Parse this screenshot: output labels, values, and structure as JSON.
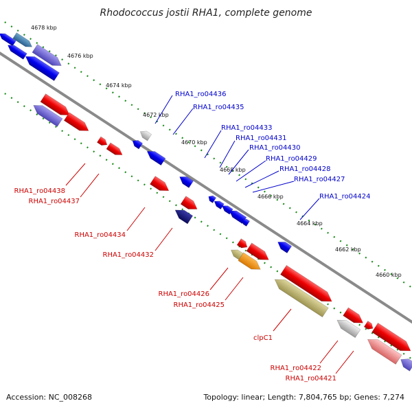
{
  "title": "Rhodococcus jostii RHA1, complete genome",
  "footer": {
    "accession": "Accession: NC_008268",
    "summary": "Topology: linear; Length: 7,804,765 bp; Genes: 7,274"
  },
  "colors": {
    "background": "#ffffff",
    "backbone": "#8a8a8a",
    "tick_dots": "#1a8c1a",
    "forward_label": "#0000cc",
    "reverse_label": "#cc0000"
  },
  "scale_ticks": [
    {
      "label": "4678 kbp"
    },
    {
      "label": "4676 kbp"
    },
    {
      "label": "4674 kbp"
    },
    {
      "label": "4672 kbp"
    },
    {
      "label": "4670 kbp"
    },
    {
      "label": "4668 kbp"
    },
    {
      "label": "4666 kbp"
    },
    {
      "label": "4664 kbp"
    },
    {
      "label": "4662 kbp"
    },
    {
      "label": "4660 kbp"
    }
  ],
  "forward_labels": [
    "RHA1_ro04436",
    "RHA1_ro04435",
    "RHA1_ro04433",
    "RHA1_ro04431",
    "RHA1_ro04430",
    "RHA1_ro04429",
    "RHA1_ro04428",
    "RHA1_ro04427",
    "RHA1_ro04424"
  ],
  "reverse_labels": [
    "RHA1_ro04438",
    "RHA1_ro04437",
    "RHA1_ro04434",
    "RHA1_ro04432",
    "RHA1_ro04426",
    "RHA1_ro04425",
    "clpC1",
    "RHA1_ro04422",
    "RHA1_ro04421"
  ]
}
